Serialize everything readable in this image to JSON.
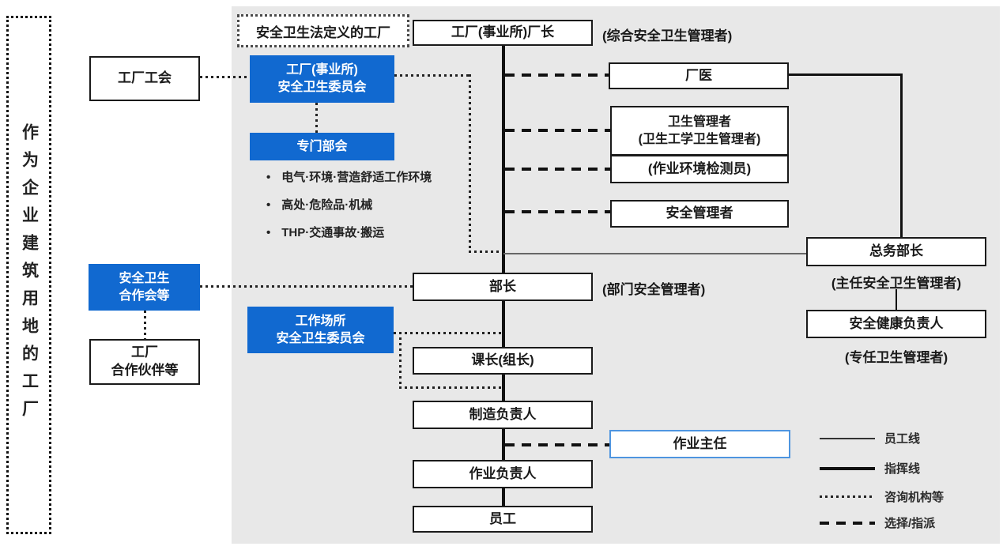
{
  "colors": {
    "accent_blue": "#1169d0",
    "panel_gray": "#e8e8e8",
    "highlight_border": "#4e95e0"
  },
  "outer_zone": {
    "label": "作为企业建筑用地的工厂"
  },
  "external": {
    "factory_union": "工厂工会",
    "safety_coop": "安全卫生\n合作会等",
    "factory_partners": "工厂\n合作伙伴等"
  },
  "header": {
    "law_defined_factory": "安全卫生法定义的工厂",
    "factory_head": "工厂(事业所)厂长",
    "factory_head_note": "(综合安全卫生管理者)"
  },
  "committees": {
    "factory_committee": "工厂(事业所)\n安全卫生委员会",
    "special_subcommittee": "专门部会",
    "subcommittee_items": [
      "电气·环境·营造舒适工作环境",
      "高处·危险品·机械",
      "THP·交通事故·搬运"
    ],
    "workplace_committee": "工作场所\n安全卫生委员会"
  },
  "staff": {
    "plant_doctor": "厂医",
    "hygiene_manager": "卫生管理者\n(卫生工学卫生管理者)",
    "work_env_inspector": "(作业环境检测员)",
    "safety_manager": "安全管理者",
    "general_affairs_head": "总务部长",
    "general_affairs_note": "(主任安全卫生管理者)",
    "safety_health_officer": "安全健康负责人",
    "safety_health_note": "(专任卫生管理者)"
  },
  "line_chain": {
    "department_head": "部长",
    "department_head_note": "(部门安全管理者)",
    "section_chief": "课长(组长)",
    "manufacturing_lead": "制造负责人",
    "operation_chief": "作业主任",
    "work_lead": "作业负责人",
    "employees": "员工"
  },
  "legend": {
    "employee_line": "员工线",
    "command_line": "指挥线",
    "advisory_line": "咨询机构等",
    "assignment_line": "选择/指派"
  }
}
